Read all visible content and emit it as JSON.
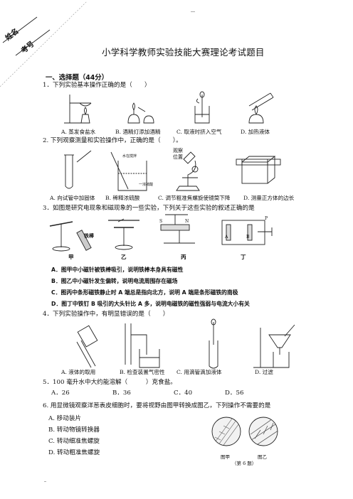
{
  "corner": {
    "name_label": "姓名",
    "id_label": "考号"
  },
  "header": {
    "title": "小学科学教师实验技能大赛理论考试题目"
  },
  "section": {
    "heading": "一、选择题（44分）"
  },
  "questions": [
    {
      "stem": "1．下列实验基本操作正确的是（　　）",
      "options": [
        "A. 蒸发食盐水",
        "B. 酒精灯添加酒精",
        "C. 取液时挤入空气",
        "D. 加热液体"
      ]
    },
    {
      "stem": "2. 下列观察测量和实验操作中，正确的是（　　）。",
      "figure_labels": [
        "水在搅拌",
        "一浓硫酸",
        "观察",
        "位置"
      ],
      "options": [
        "A. 向试管中加固体",
        "B. 稀释浓硫酸",
        "C. 调节粗准焦螺旋使镜筒下降",
        "D. 测量正方体的边长"
      ]
    },
    {
      "stem": "3．如图是研究电现象和磁现象的一些实验，下列关于这些实验的叙述正确的是",
      "figure_labels": [
        "铁棒",
        "甲",
        "乙",
        "丙",
        "丁",
        "S",
        "N",
        "A",
        "B",
        "P"
      ],
      "options": [
        "A．图甲中小磁针被铁棒吸引，说明铁棒本身具有磁性",
        "B．图乙中小磁针发生偏转，说明电流周围存在磁场",
        "C．图丙中条形磁铁静止时 A 端总是指向北方，说明 A 端是条形磁铁的南极",
        "D．图丁中铁钉 B 吸引的大头针比 A 多，说明电磁铁的磁性强弱与电流大小有关"
      ]
    },
    {
      "stem": "4．下列实验操作中，有明显错误的是（　　）",
      "options": [
        "A. 液体的取用",
        "B. 检查装置气密性",
        "C. 用滴管滴加液体",
        "D. 过滤"
      ]
    },
    {
      "stem": "5．100 毫升水中大约能溶解（　　　）克食盐。",
      "options": [
        "A．26",
        "B．36",
        "C．40",
        "D．56"
      ]
    },
    {
      "stem": "6. 用显微镜观察洋葱表皮细胞时，要将视野由图甲转换成图乙，下列操作不需要的是",
      "options": [
        "A. 移动装片",
        "B. 转动物镜转换器",
        "C. 转动细准焦螺旋",
        "D. 转动粗准焦螺旋"
      ],
      "figure_labels": [
        "图甲",
        "图乙",
        "（第 6 题）"
      ]
    }
  ]
}
